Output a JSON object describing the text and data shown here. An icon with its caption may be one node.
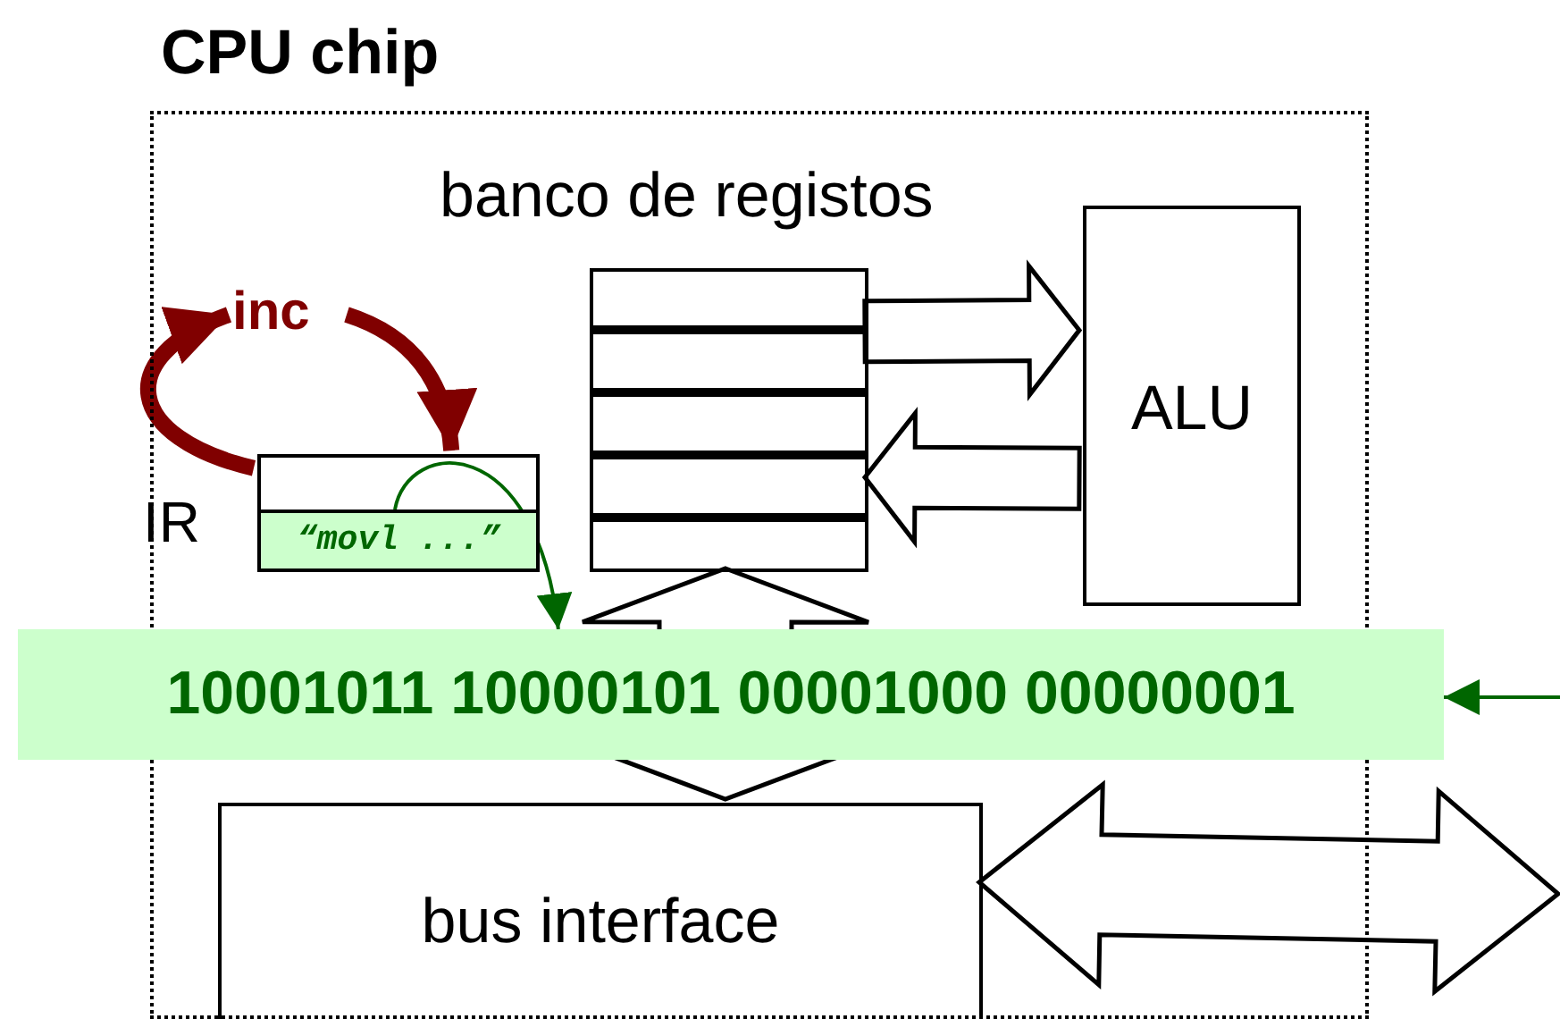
{
  "diagram": {
    "nodes": [
      {
        "text": [
          "CPU chip"
        ]
      },
      {
        "text": [
          "banco de registos"
        ],
        "in": 0
      },
      {
        "text": [
          "ALU"
        ],
        "in": 0
      },
      {
        "text": [
          "inc"
        ],
        "in": 0
      },
      {
        "text": [
          "IR"
        ],
        "in": 0
      },
      {
        "text": [
          "“movl ...”"
        ],
        "in": 4
      },
      {
        "text": [
          "10001011 10000101 00001000 00000001"
        ]
      },
      {
        "text": [
          "bus interface"
        ],
        "in": 0
      }
    ],
    "edges": [
      {
        "from": 4,
        "to": 3,
        "arrow": "to",
        "style": "thick",
        "color": "#800000"
      },
      {
        "from": 3,
        "to": 4,
        "arrow": "to",
        "style": "thick",
        "color": "#800000"
      },
      {
        "from": 1,
        "to": 2,
        "arrow": "to"
      },
      {
        "from": 2,
        "to": 1,
        "arrow": "to"
      },
      {
        "from": 5,
        "to": 6,
        "arrow": "to",
        "color": "#006600"
      },
      {
        "from": null,
        "to": 6,
        "arrow": "to",
        "color": "#006600"
      },
      {
        "from": 1,
        "to": 7,
        "arrow": "both"
      },
      {
        "from": 7,
        "to": null,
        "arrow": "both"
      }
    ]
  }
}
